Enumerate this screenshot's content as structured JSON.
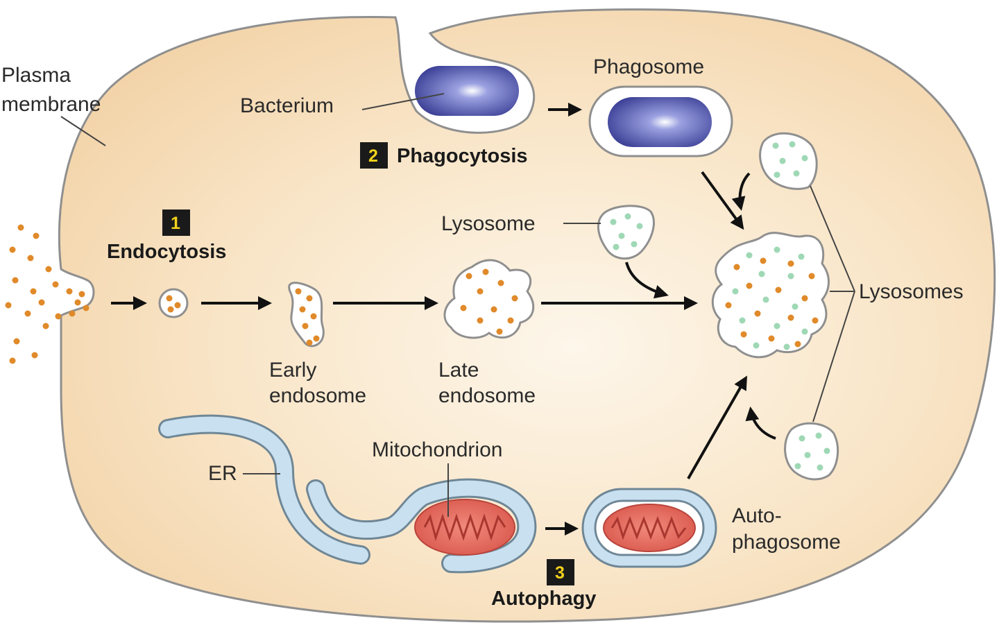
{
  "labels": {
    "plasma_membrane_line1": "Plasma",
    "plasma_membrane_line2": "membrane",
    "bacterium": "Bacterium",
    "phagosome": "Phagosome",
    "lysosome": "Lysosome",
    "lysosomes": "Lysosomes",
    "early_endosome_line1": "Early",
    "early_endosome_line2": "endosome",
    "late_endosome_line1": "Late",
    "late_endosome_line2": "endosome",
    "er": "ER",
    "mitochondrion": "Mitochondrion",
    "autophagosome_line1": "Auto-",
    "autophagosome_line2": "phagosome"
  },
  "steps": [
    {
      "number": "1",
      "name": "Endocytosis"
    },
    {
      "number": "2",
      "name": "Phagocytosis"
    },
    {
      "number": "3",
      "name": "Autophagy"
    }
  ],
  "colors": {
    "cytoplasm": "#f6dcb6",
    "cytoplasm_center": "#fdf3e2",
    "cargo": "#e08a2a",
    "lysosome_content": "#9fd8b5",
    "bacterium": "#4a4fa8",
    "mitochondrion": "#e0655a",
    "er_fill": "#c8e0ef",
    "badge": "#1a1a1a",
    "badge_text": "#f2d21c"
  }
}
